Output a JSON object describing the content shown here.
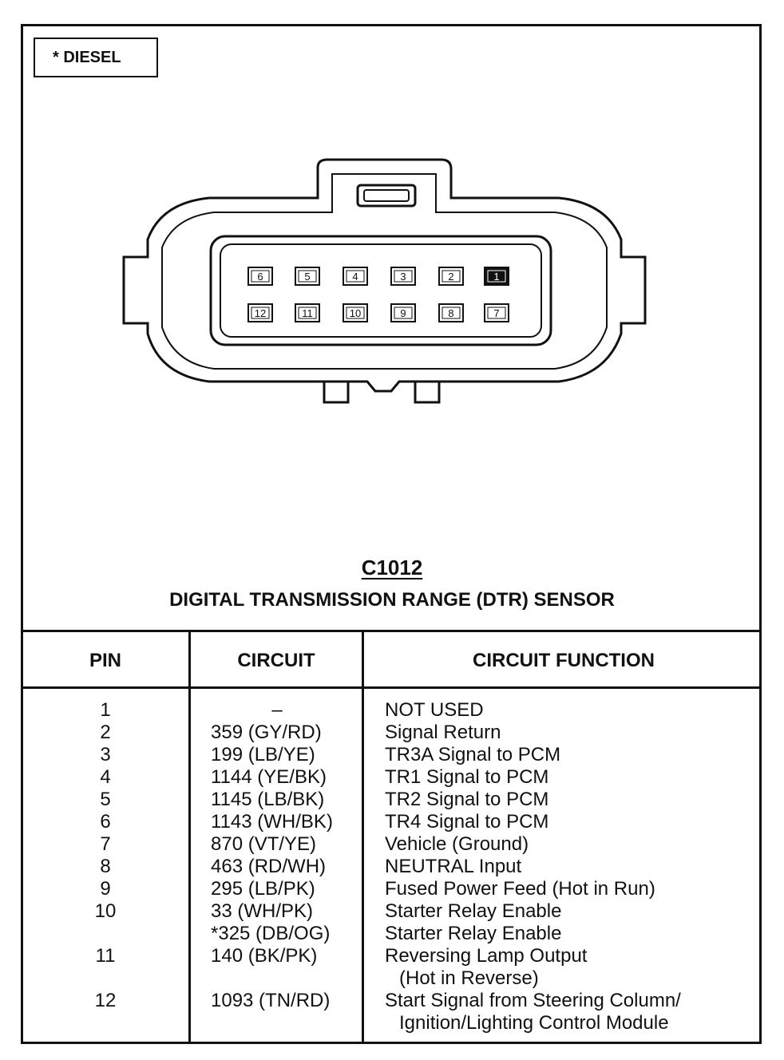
{
  "note": "* DIESEL",
  "connector": {
    "id": "C1012",
    "name": "DIGITAL TRANSMISSION RANGE (DTR) SENSOR",
    "top_pins": [
      "6",
      "5",
      "4",
      "3",
      "2",
      "1"
    ],
    "bottom_pins": [
      "12",
      "11",
      "10",
      "9",
      "8",
      "7"
    ],
    "highlighted_pin": "1"
  },
  "table": {
    "headers": [
      "PIN",
      "CIRCUIT",
      "CIRCUIT FUNCTION"
    ],
    "rows": [
      {
        "pin": "1",
        "circuit": "–",
        "function": "NOT USED"
      },
      {
        "pin": "2",
        "circuit": "359 (GY/RD)",
        "function": "Signal Return"
      },
      {
        "pin": "3",
        "circuit": "199 (LB/YE)",
        "function": "TR3A Signal to PCM"
      },
      {
        "pin": "4",
        "circuit": "1144 (YE/BK)",
        "function": "TR1 Signal to PCM"
      },
      {
        "pin": "5",
        "circuit": "1145 (LB/BK)",
        "function": "TR2 Signal to PCM"
      },
      {
        "pin": "6",
        "circuit": "1143 (WH/BK)",
        "function": "TR4 Signal to PCM"
      },
      {
        "pin": "7",
        "circuit": "870 (VT/YE)",
        "function": "Vehicle (Ground)"
      },
      {
        "pin": "8",
        "circuit": "463 (RD/WH)",
        "function": "NEUTRAL Input"
      },
      {
        "pin": "9",
        "circuit": "295 (LB/PK)",
        "function": "Fused Power Feed (Hot in Run)"
      },
      {
        "pin": "10",
        "circuit": "33 (WH/PK)",
        "function": "Starter Relay Enable"
      },
      {
        "pin": "",
        "circuit": "*325 (DB/OG)",
        "function": "Starter Relay Enable"
      },
      {
        "pin": "11",
        "circuit": "140 (BK/PK)",
        "function": "Reversing Lamp Output"
      },
      {
        "pin": "",
        "circuit": "",
        "function": "(Hot in Reverse)"
      },
      {
        "pin": "12",
        "circuit": "1093 (TN/RD)",
        "function": "Start Signal from Steering Column/"
      },
      {
        "pin": "",
        "circuit": "",
        "function": "Ignition/Lighting Control Module"
      }
    ]
  }
}
